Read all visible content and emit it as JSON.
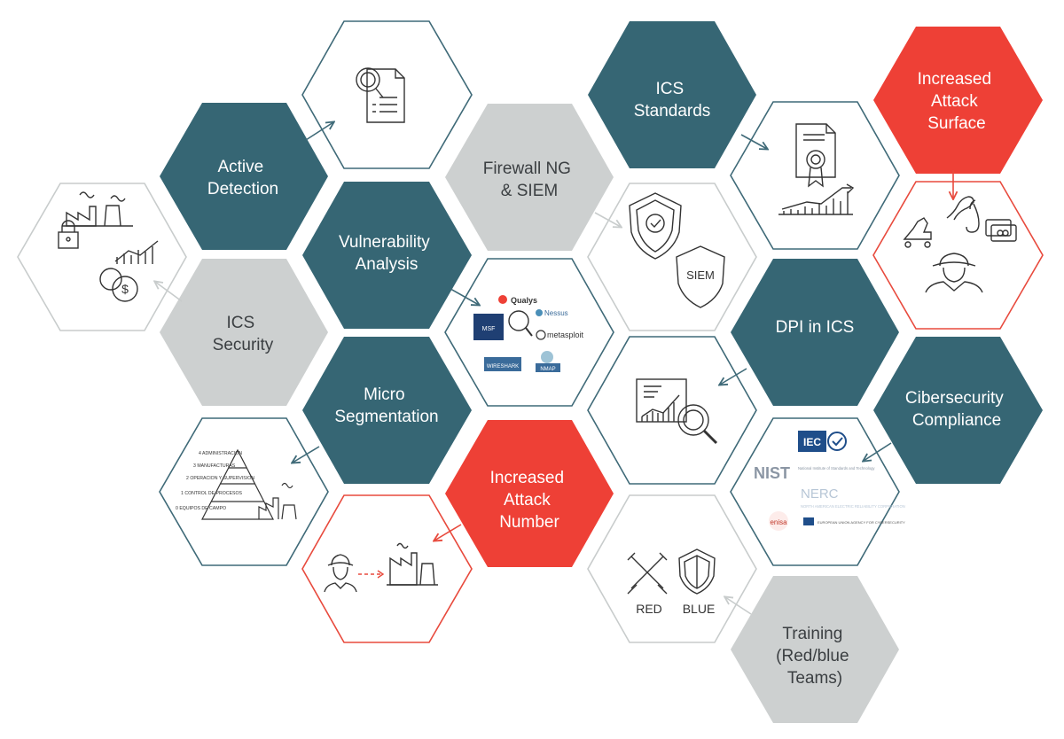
{
  "colors": {
    "teal": "#366674",
    "red": "#ee4036",
    "grey": "#cdd0d0",
    "white": "#ffffff",
    "text_light": "#ffffff",
    "text_dark": "#3b3f42",
    "outline_teal": "#3f6a78",
    "outline_red": "#e84a3d",
    "outline_grey": "#c8cccc",
    "icon": "#333333"
  },
  "concepts": {
    "active_detection": [
      "Active",
      "Detection"
    ],
    "firewall_siem": [
      "Firewall NG",
      "& SIEM"
    ],
    "ics_standards": [
      "ICS",
      "Standards"
    ],
    "increased_attack_surface": [
      "Increased",
      "Attack",
      "Surface"
    ],
    "vulnerability_analysis": [
      "Vulnerability",
      "Analysis"
    ],
    "ics_security": [
      "ICS",
      "Security"
    ],
    "dpi_in_ics": [
      "DPI in ICS"
    ],
    "micro_segmentation": [
      "Micro",
      "Segmentation"
    ],
    "cibersecurity_compliance": [
      "Cibersecurity",
      "Compliance"
    ],
    "increased_attack_number": [
      "Increased",
      "Attack",
      "Number"
    ],
    "training": [
      "Training",
      "(Red/blue",
      "Teams)"
    ]
  },
  "icon_labels": {
    "siem_shield": "SIEM",
    "red": "RED",
    "blue": "BLUE",
    "qualys": "Qualys",
    "nessus": "Nessus",
    "metasploit": "metasploit",
    "wireshark": "WIRESHARK",
    "nmap": "NMAP",
    "msf": "MSF",
    "iec": "IEC",
    "nist": "NIST",
    "nist_sub": "National Institute of Standards and Technology",
    "nerc": "NERC",
    "nerc_sub": "NORTH AMERICAN ELECTRIC RELIABILITY CORPORATION",
    "enisa": "enisa",
    "enisa_sub": "EUROPEAN UNION AGENCY FOR CYBERSECURITY"
  },
  "pyramid_levels": [
    "4 ADMINISTRACION",
    "3 MANUFACTURAS",
    "2 OPERACION Y SUPERVISION",
    "1 CONTROL DE PROCESOS",
    "0 EQUIPOS DE CAMPO"
  ]
}
